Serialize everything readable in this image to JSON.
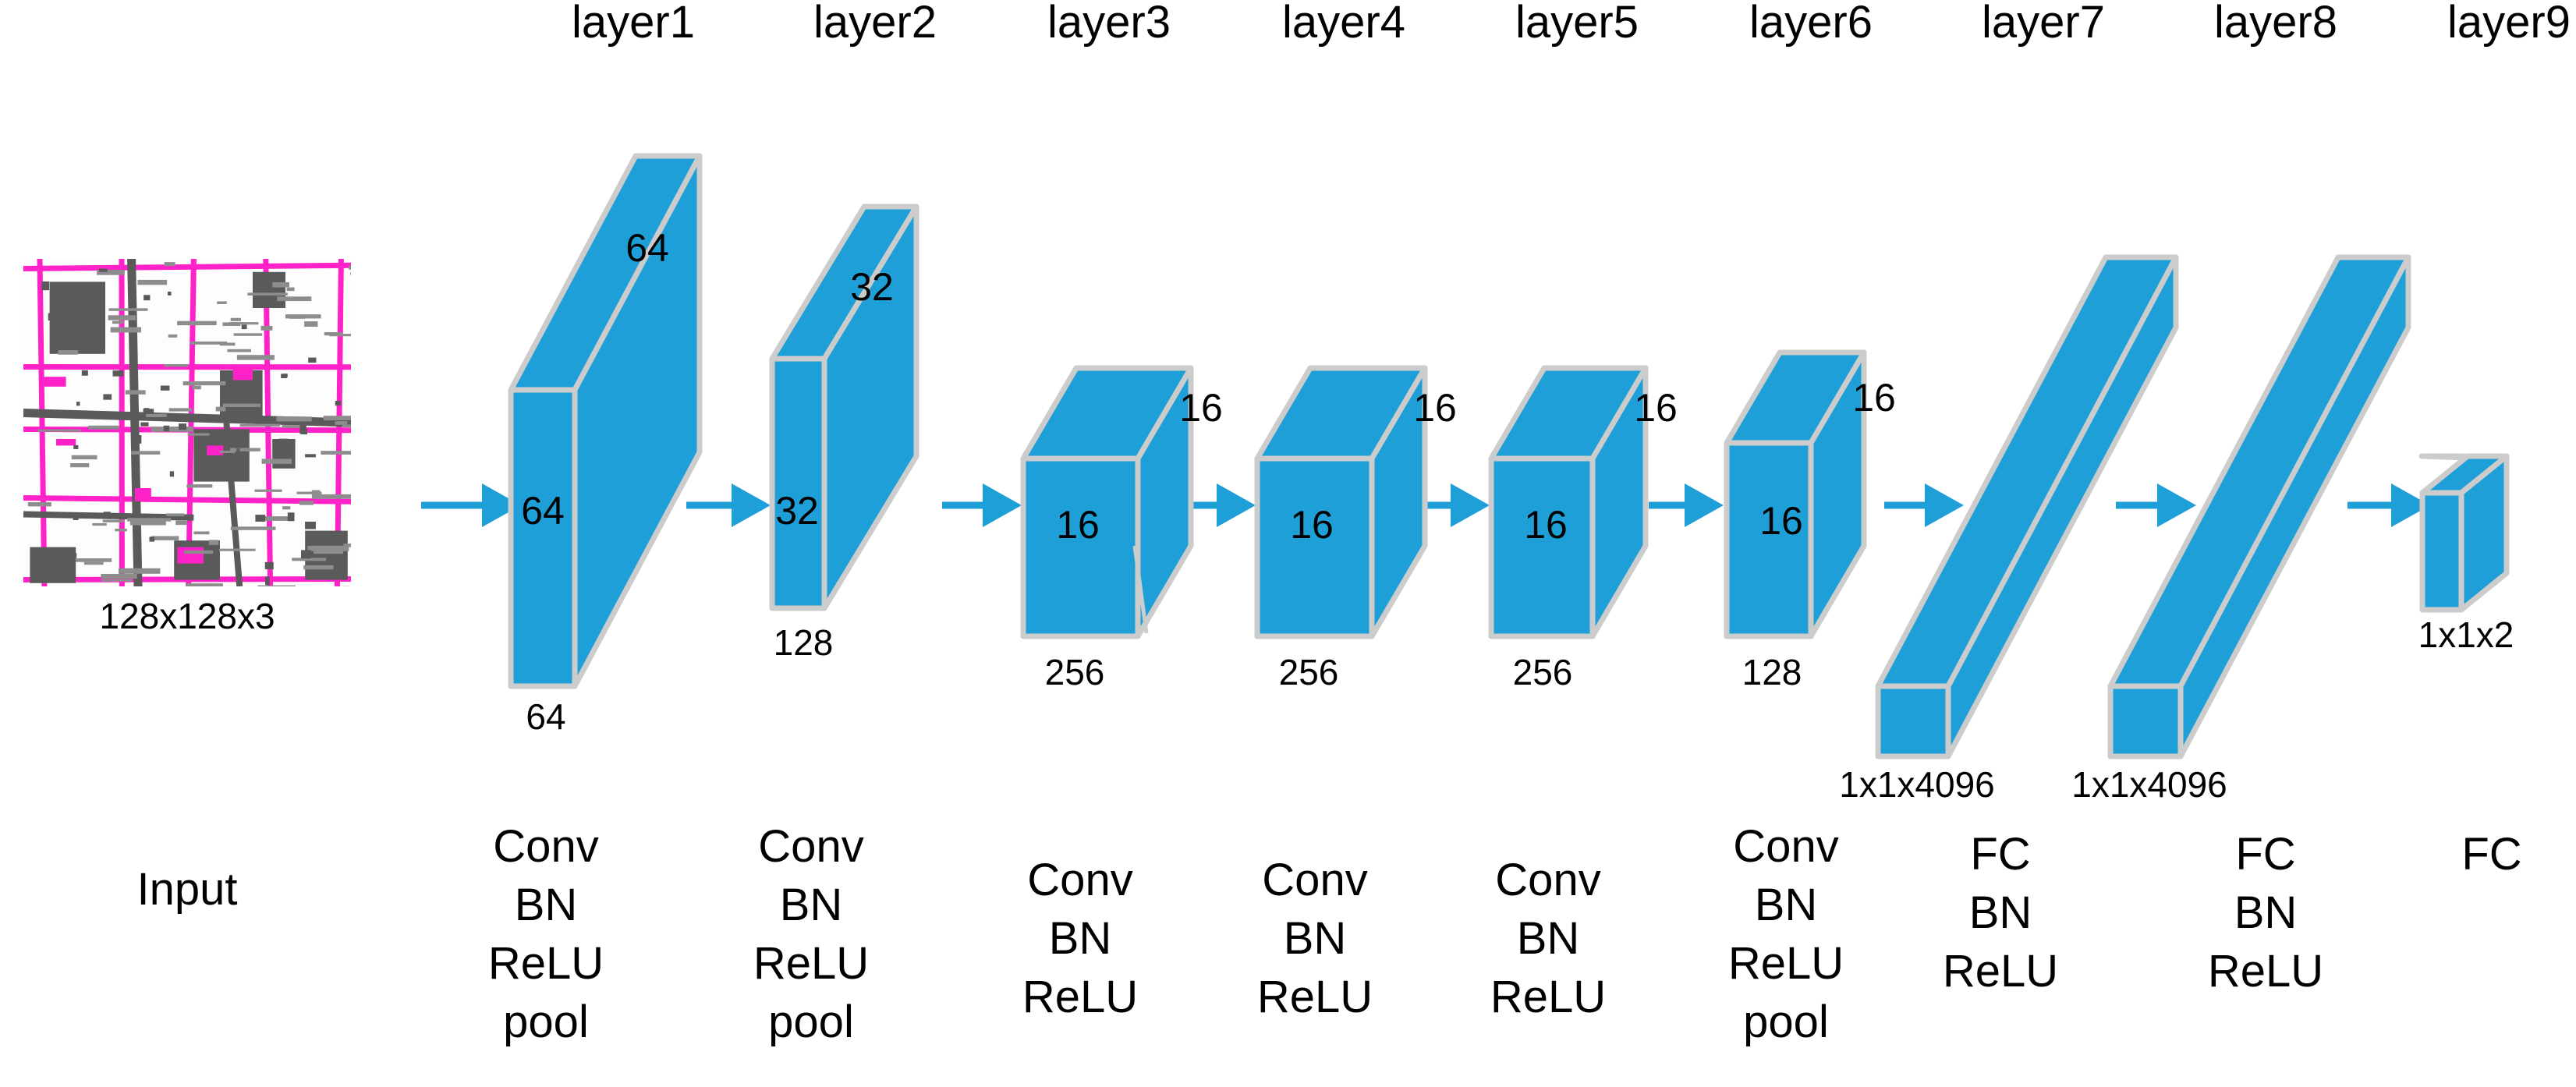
{
  "diagram": {
    "title": "CNN architecture",
    "accent_color": "#1F9FD8",
    "edge_color": "#CCCCCC",
    "text_color": "#000000",
    "background": "#FFFFFF"
  },
  "layer_headers": [
    "layer1",
    "layer2",
    "layer3",
    "layer4",
    "layer5",
    "layer6",
    "layer7",
    "layer8",
    "layer9"
  ],
  "input": {
    "caption": "128x128x3",
    "op_label": "Input",
    "description": "aerial map tile with magenta road overlay"
  },
  "blocks": [
    {
      "id": "layer1",
      "header": "layer1",
      "dim_top": "64",
      "dim_front": "64",
      "dim_below": "64",
      "ops": [
        "Conv",
        "BN",
        "ReLU",
        "pool"
      ]
    },
    {
      "id": "layer2",
      "header": "layer2",
      "dim_top": "32",
      "dim_front": "32",
      "dim_below": "128",
      "ops": [
        "Conv",
        "BN",
        "ReLU",
        "pool"
      ]
    },
    {
      "id": "layer3",
      "header": "layer3",
      "dim_top": "16",
      "dim_front": "16",
      "dim_below": "256",
      "ops": [
        "Conv",
        "BN",
        "ReLU"
      ]
    },
    {
      "id": "layer4",
      "header": "layer4",
      "dim_top": "16",
      "dim_front": "16",
      "dim_below": "256",
      "ops": [
        "Conv",
        "BN",
        "ReLU"
      ]
    },
    {
      "id": "layer5",
      "header": "layer5",
      "dim_top": "16",
      "dim_front": "16",
      "dim_below": "256",
      "ops": [
        "Conv",
        "BN",
        "ReLU"
      ]
    },
    {
      "id": "layer6",
      "header": "layer6",
      "dim_top": "16",
      "dim_front": "16",
      "dim_below": "128",
      "ops": [
        "Conv",
        "BN",
        "ReLU",
        "pool"
      ]
    },
    {
      "id": "layer7",
      "header": "layer7",
      "dim_top": "",
      "dim_front": "",
      "dim_below": "1x1x4096",
      "ops": [
        "FC",
        "BN",
        "ReLU"
      ]
    },
    {
      "id": "layer8",
      "header": "layer8",
      "dim_top": "",
      "dim_front": "",
      "dim_below": "1x1x4096",
      "ops": [
        "FC",
        "BN",
        "ReLU"
      ]
    },
    {
      "id": "layer9",
      "header": "layer9",
      "dim_top": "",
      "dim_front": "",
      "dim_below": "1x1x2",
      "ops": [
        "FC"
      ]
    }
  ],
  "chart_data": {
    "type": "diagram",
    "title": "CNN architecture",
    "stages": [
      {
        "name": "Input",
        "shape": "128x128x3",
        "operations": []
      },
      {
        "name": "layer1",
        "spatial": 64,
        "channels": 64,
        "shape_label": "64",
        "operations": [
          "Conv",
          "BN",
          "ReLU",
          "pool"
        ]
      },
      {
        "name": "layer2",
        "spatial": 32,
        "channels": 128,
        "shape_label": "128",
        "operations": [
          "Conv",
          "BN",
          "ReLU",
          "pool"
        ]
      },
      {
        "name": "layer3",
        "spatial": 16,
        "channels": 256,
        "shape_label": "256",
        "operations": [
          "Conv",
          "BN",
          "ReLU"
        ]
      },
      {
        "name": "layer4",
        "spatial": 16,
        "channels": 256,
        "shape_label": "256",
        "operations": [
          "Conv",
          "BN",
          "ReLU"
        ]
      },
      {
        "name": "layer5",
        "spatial": 16,
        "channels": 256,
        "shape_label": "256",
        "operations": [
          "Conv",
          "BN",
          "ReLU"
        ]
      },
      {
        "name": "layer6",
        "spatial": 16,
        "channels": 128,
        "shape_label": "128",
        "operations": [
          "Conv",
          "BN",
          "ReLU",
          "pool"
        ]
      },
      {
        "name": "layer7",
        "spatial": 1,
        "channels": 4096,
        "shape_label": "1x1x4096",
        "operations": [
          "FC",
          "BN",
          "ReLU"
        ]
      },
      {
        "name": "layer8",
        "spatial": 1,
        "channels": 4096,
        "shape_label": "1x1x4096",
        "operations": [
          "FC",
          "BN",
          "ReLU"
        ]
      },
      {
        "name": "layer9",
        "spatial": 1,
        "channels": 2,
        "shape_label": "1x1x2",
        "operations": [
          "FC"
        ]
      }
    ],
    "flow": "left-to-right, arrows connect consecutive stages"
  }
}
